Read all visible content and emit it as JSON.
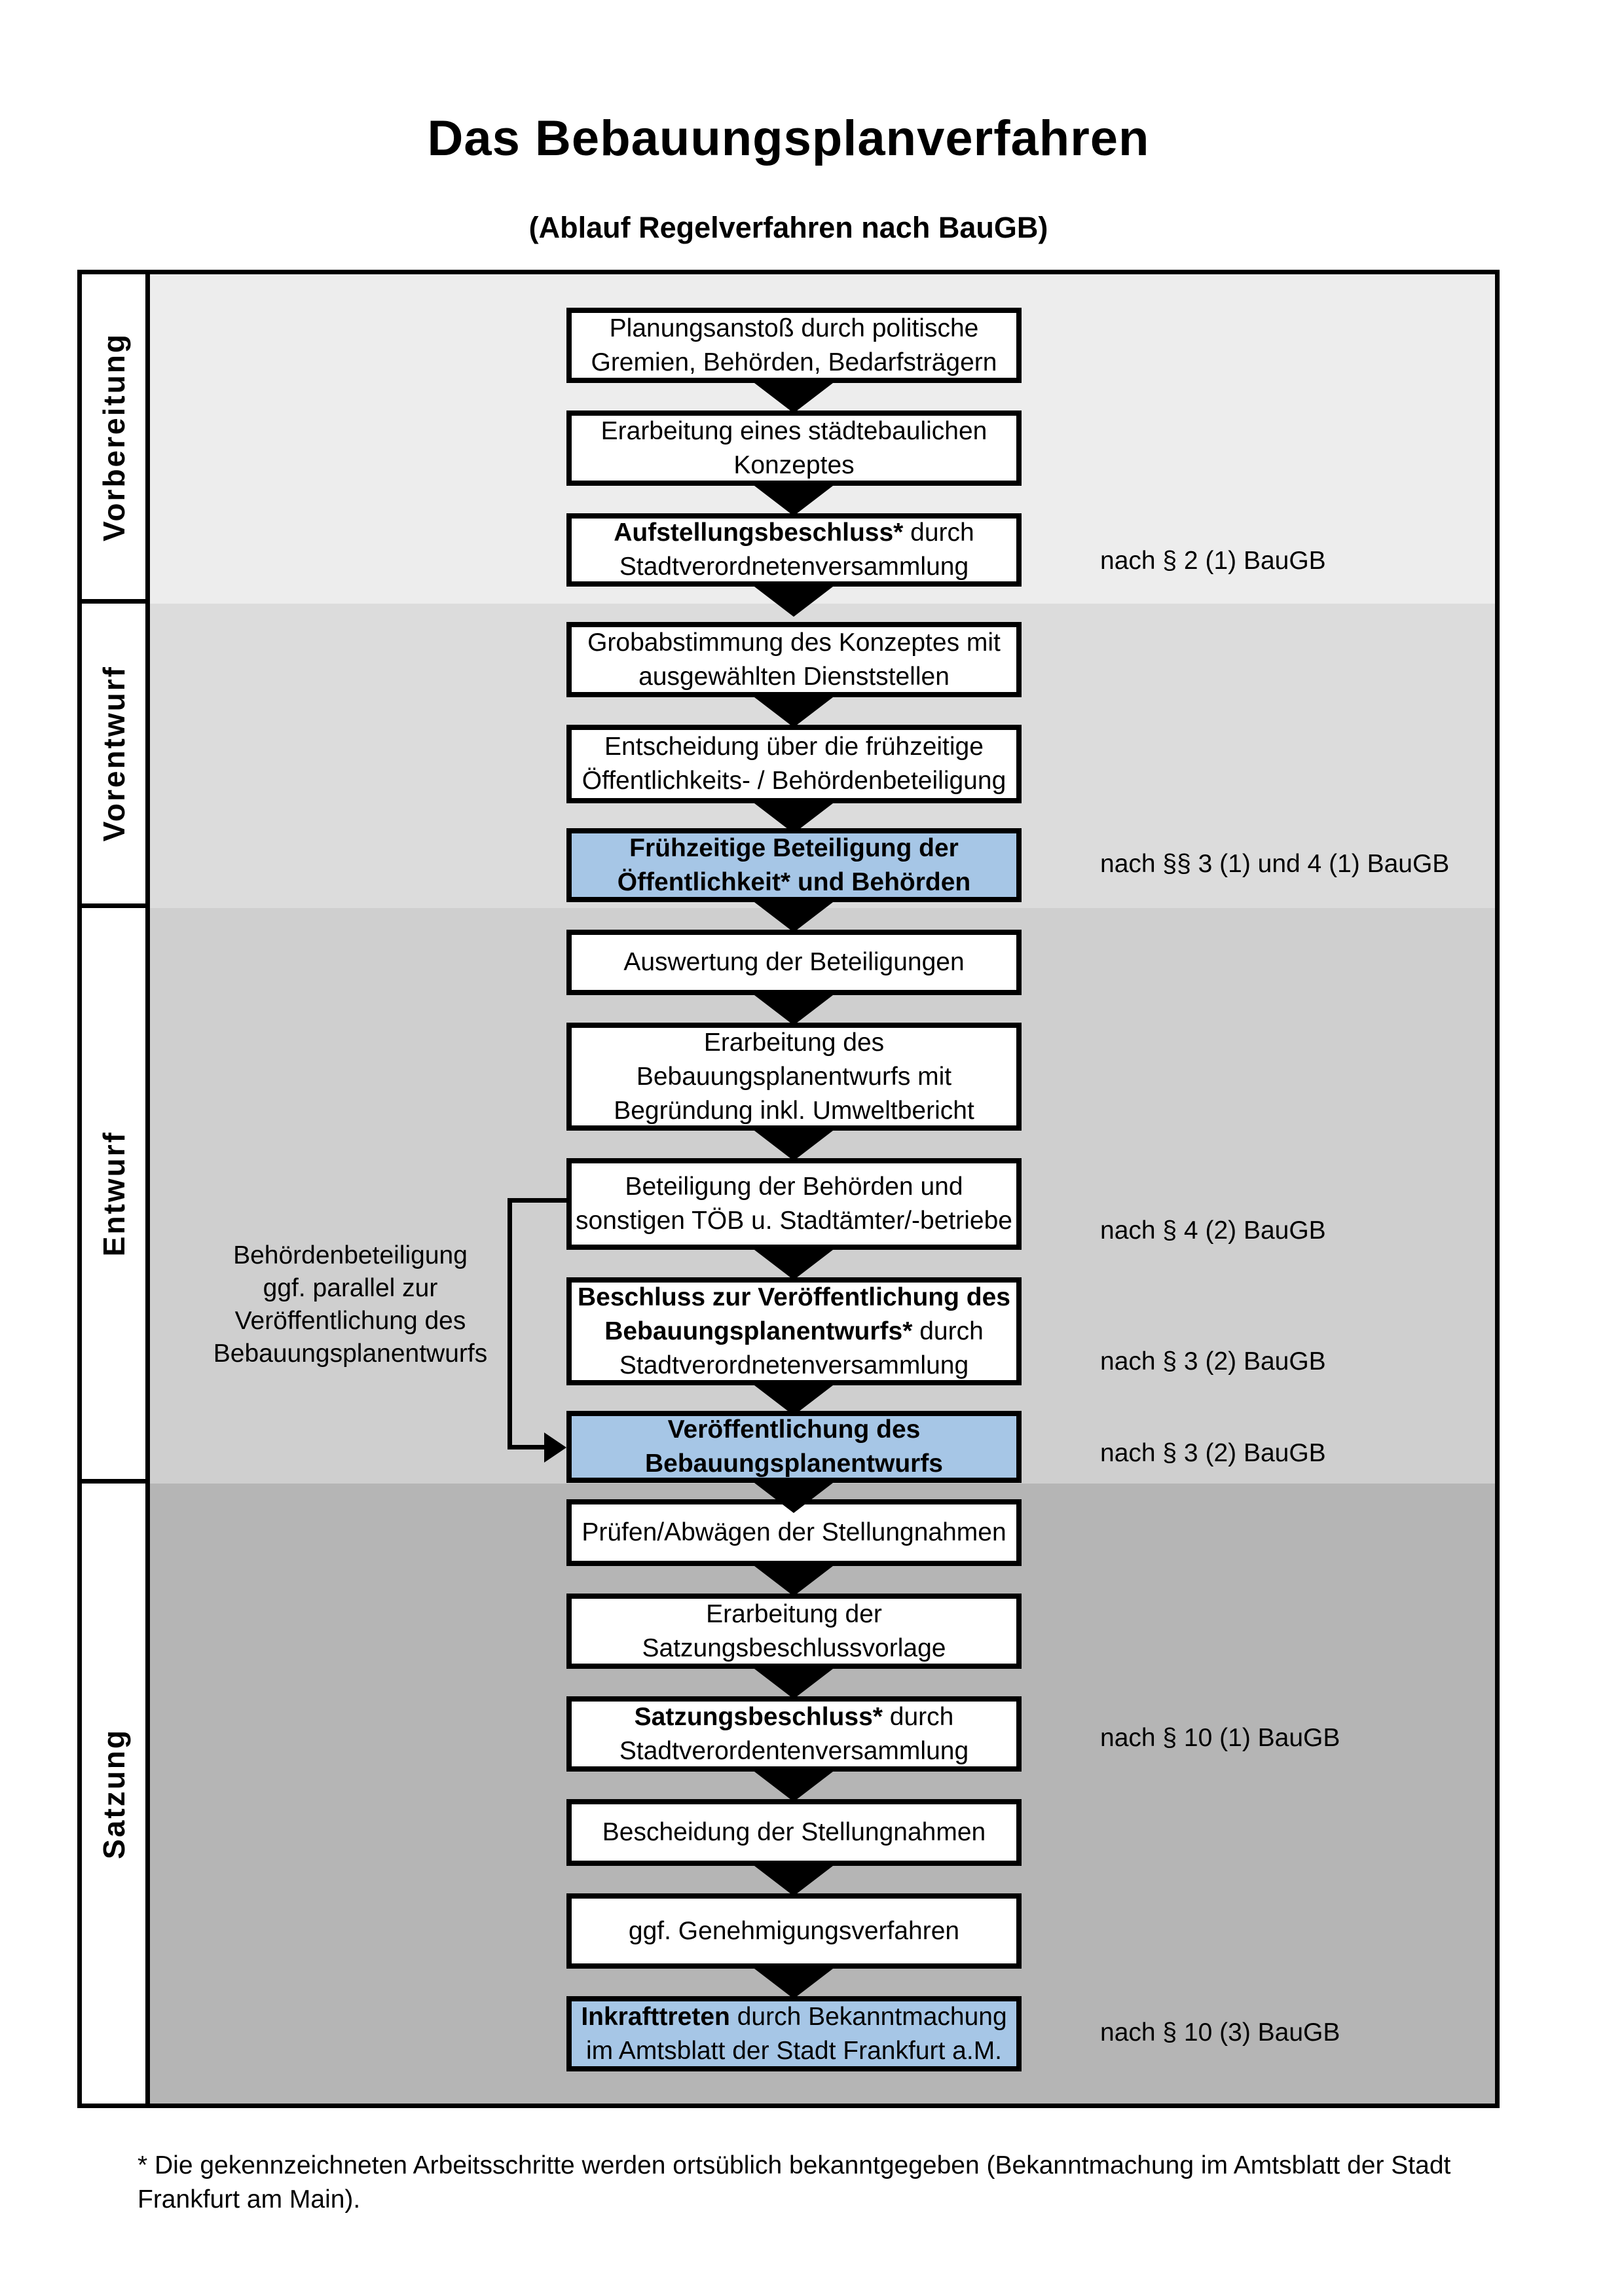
{
  "page": {
    "title": "Das Bebauungsplanverfahren",
    "subtitle": "(Ablauf Regelverfahren nach BauGB)"
  },
  "colors": {
    "band_vorbereitung": "#ededed",
    "band_vorentwurf": "#dcdcdc",
    "band_entwurf": "#cfcfcf",
    "band_satzung": "#b5b5b5",
    "highlight_box": "#a6c6e6",
    "box_border": "#000000"
  },
  "phases": [
    {
      "label": "Vorbereitung",
      "boxes": [
        {
          "lines": [
            {
              "n": "Planungsanstoß durch politische"
            },
            {
              "n": "Gremien, Behörden, Bedarfsträgern"
            }
          ]
        },
        {
          "lines": [
            {
              "n": "Erarbeitung eines städtebaulichen"
            },
            {
              "n": "Konzeptes"
            }
          ]
        },
        {
          "lines": [
            {
              "b": "Aufstellungsbeschluss*",
              "n": " durch"
            },
            {
              "n": "Stadtverordnetenversammlung"
            }
          ],
          "ref": "nach § 2 (1) BauGB"
        }
      ]
    },
    {
      "label": "Vorentwurf",
      "boxes": [
        {
          "lines": [
            {
              "n": "Grobabstimmung des Konzeptes mit"
            },
            {
              "n": "ausgewählten Dienststellen"
            }
          ]
        },
        {
          "lines": [
            {
              "n": "Entscheidung über die frühzeitige"
            },
            {
              "n": "Öffentlichkeits- / Behördenbeteiligung"
            }
          ]
        },
        {
          "highlight": true,
          "lines": [
            {
              "b": "Frühzeitige Beteiligung der"
            },
            {
              "b": "Öffentlichkeit* und Behörden"
            }
          ],
          "ref": "nach §§ 3 (1) und 4 (1) BauGB"
        }
      ]
    },
    {
      "label": "Entwurf",
      "annotation": [
        "Behördenbeteiligung",
        "ggf. parallel zur",
        "Veröffentlichung des",
        "Bebauungsplanentwurfs"
      ],
      "boxes": [
        {
          "lines": [
            {
              "n": "Auswertung der Beteiligungen"
            }
          ]
        },
        {
          "lines": [
            {
              "n": "Erarbeitung des"
            },
            {
              "n": "Bebauungsplanentwurfs mit"
            },
            {
              "n": "Begründung inkl. Umweltbericht"
            }
          ]
        },
        {
          "lines": [
            {
              "n": "Beteiligung der Behörden und"
            },
            {
              "n": "sonstigen TÖB u. Stadtämter/-betriebe"
            }
          ],
          "ref": "nach § 4 (2) BauGB"
        },
        {
          "lines": [
            {
              "b": "Beschluss zur Veröffentlichung des"
            },
            {
              "b": "Bebauungsplanentwurfs*",
              "n": " durch"
            },
            {
              "n": "Stadtverordnetenversammlung"
            }
          ],
          "ref": "nach § 3 (2) BauGB"
        },
        {
          "highlight": true,
          "lines": [
            {
              "b": "Veröffentlichung des"
            },
            {
              "b": "Bebauungsplanentwurfs"
            }
          ],
          "ref": "nach § 3 (2) BauGB"
        }
      ]
    },
    {
      "label": "Satzung",
      "boxes": [
        {
          "lines": [
            {
              "n": "Prüfen/Abwägen der Stellungnahmen"
            }
          ]
        },
        {
          "lines": [
            {
              "n": "Erarbeitung der"
            },
            {
              "n": "Satzungsbeschlussvorlage"
            }
          ]
        },
        {
          "lines": [
            {
              "b": "Satzungsbeschluss*",
              "n": " durch"
            },
            {
              "n": "Stadtverordentenversammlung"
            }
          ],
          "ref": "nach § 10 (1) BauGB"
        },
        {
          "lines": [
            {
              "n": "Bescheidung der Stellungnahmen"
            }
          ]
        },
        {
          "lines": [
            {
              "n": "ggf. Genehmigungsverfahren"
            }
          ]
        },
        {
          "highlight": true,
          "lines": [
            {
              "b": "Inkrafttreten",
              "n": " durch Bekanntmachung"
            },
            {
              "n": "im Amtsblatt der Stadt Frankfurt a.M."
            }
          ],
          "ref": "nach § 10 (3) BauGB"
        }
      ]
    }
  ],
  "footnote": "* Die gekennzeichneten Arbeitsschritte werden ortsüblich bekanntgegeben (Bekanntmachung im Amtsblatt der Stadt Frankfurt am Main)."
}
